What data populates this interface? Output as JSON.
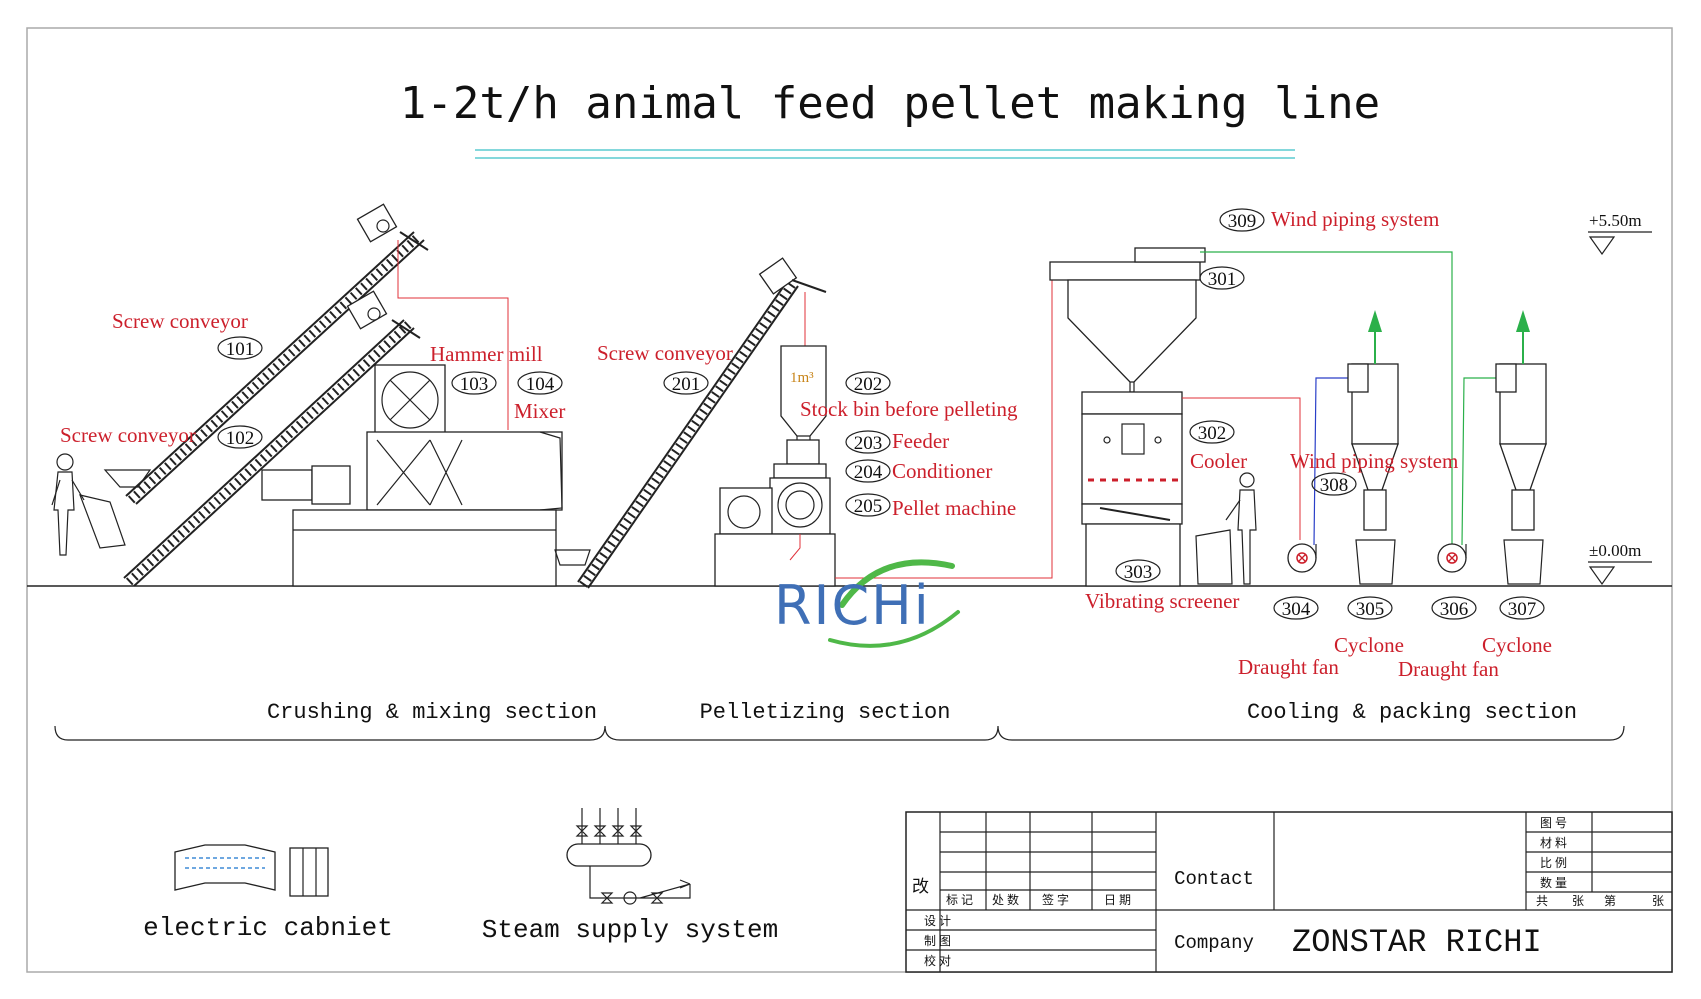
{
  "title": "1-2t/h animal feed pellet making line",
  "elevations": {
    "top": "+5.50m",
    "ground": "±0.00m"
  },
  "labels": {
    "screw_conveyor_101": "Screw conveyor",
    "screw_conveyor_102": "Screw conveyor",
    "hammer_mill": "Hammer mill",
    "mixer": "Mixer",
    "screw_conveyor_201": "Screw conveyor",
    "stock_bin": "Stock bin before pelleting",
    "feeder": "Feeder",
    "conditioner": "Conditioner",
    "pellet_machine": "Pellet machine",
    "bin_volume": "1m³",
    "wind_piping_309": "Wind piping system",
    "cooler": "Cooler",
    "wind_piping_308": "Wind piping system",
    "vibrating_screener": "Vibrating screener",
    "cyclone_305": "Cyclone",
    "cyclone_307": "Cyclone",
    "draught_fan_304": "Draught fan",
    "draught_fan_306": "Draught fan"
  },
  "numbers": {
    "n101": "101",
    "n102": "102",
    "n103": "103",
    "n104": "104",
    "n201": "201",
    "n202": "202",
    "n203": "203",
    "n204": "204",
    "n205": "205",
    "n301": "301",
    "n302": "302",
    "n303": "303",
    "n304": "304",
    "n305": "305",
    "n306": "306",
    "n307": "307",
    "n308": "308",
    "n309": "309"
  },
  "sections": {
    "crushing": "Crushing & mixing section",
    "pelletizing": "Pelletizing section",
    "cooling": "Cooling & packing section"
  },
  "legend": {
    "electric": "electric cabniet",
    "steam": "Steam supply system"
  },
  "logo": "RICHi",
  "title_block": {
    "revise": "改",
    "row_headers": [
      "标 记",
      "处 数",
      "签 字",
      "日 期"
    ],
    "left_rows": [
      "设 计",
      "制 图",
      "校 对"
    ],
    "contact_label": "Contact",
    "company_label": "Company",
    "company_value": "ZONSTAR RICHI",
    "right_labels": [
      "图 号",
      "材 料",
      "比 例",
      "数 量"
    ],
    "sheet_labels": [
      "共",
      "张",
      "第",
      "张"
    ]
  },
  "colors": {
    "label_red": "#cc1f2b",
    "pipe_red": "#e0303a",
    "pipe_green": "#2bb04a",
    "pipe_blue": "#2a3fc8",
    "logo_blue": "#3f6fb6",
    "logo_green": "#4fb848"
  }
}
